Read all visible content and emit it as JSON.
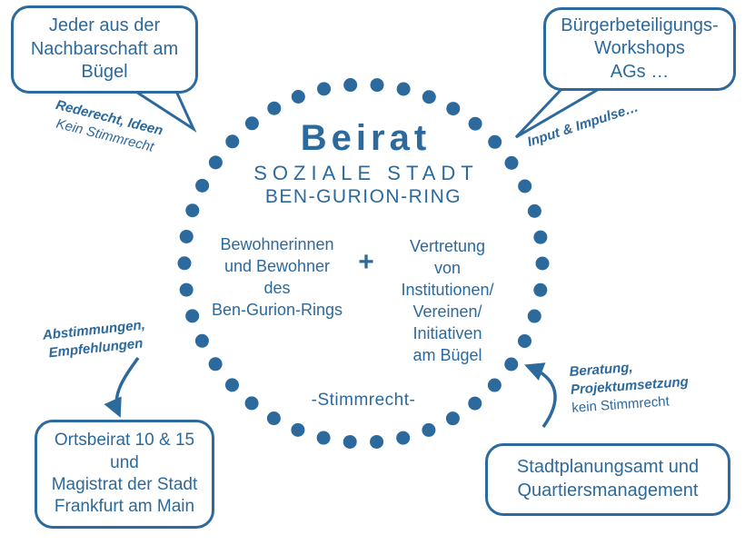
{
  "colors": {
    "accent": "#2c699c"
  },
  "center": {
    "title": "Beirat",
    "subtitle1": "SOZIALE STADT",
    "subtitle2": "BEN-GURION-RING",
    "left_group": "Bewohnerinnen\nund Bewohner\ndes\nBen-Gurion-Rings",
    "plus": "+",
    "right_group": "Vertretung\nvon\nInstitutionen/\nVereinen/\nInitiativen\nam Bügel",
    "voting": "-Stimmrecht-"
  },
  "bubbles": {
    "top_left": {
      "text": "Jeder aus der\nNachbarschaft am\nBügel",
      "note_bold": "Rederecht, Ideen",
      "note": "Kein Stimmrecht"
    },
    "top_right": {
      "text": "Bürgerbeteiligungs-\nWorkshops\nAGs …",
      "note_bold": "Input & Impulse…"
    },
    "bottom_left": {
      "note_bold": "Abstimmungen,\nEmpfehlungen",
      "text": "Ortsbeirat 10 & 15\nund\nMagistrat der Stadt\nFrankfurt am Main"
    },
    "bottom_right": {
      "note_bold": "Beratung,\nProjektumsetzung",
      "note": "kein Stimmrecht",
      "text": "Stadtplanungsamt und\nQuartiersmanagement"
    }
  }
}
